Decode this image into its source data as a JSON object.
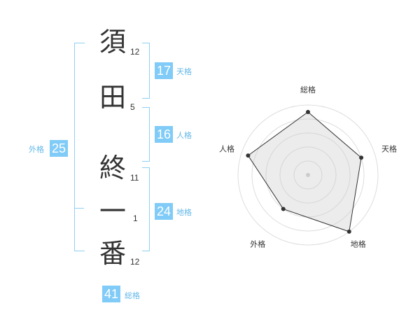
{
  "name": {
    "chars": [
      {
        "char": "須",
        "strokes": "12"
      },
      {
        "char": "田",
        "strokes": "5"
      },
      {
        "char": "終",
        "strokes": "11"
      },
      {
        "char": "一",
        "strokes": "1"
      },
      {
        "char": "番",
        "strokes": "12"
      }
    ]
  },
  "kakusu": {
    "tenkaku": {
      "value": "17",
      "label": "天格"
    },
    "jinkaku": {
      "value": "16",
      "label": "人格"
    },
    "chikaku": {
      "value": "24",
      "label": "地格"
    },
    "gaikaku": {
      "value": "25",
      "label": "外格"
    },
    "soukaku": {
      "value": "41",
      "label": "総格"
    }
  },
  "chart_data": {
    "type": "radar",
    "axes": [
      "総格",
      "天格",
      "地格",
      "外格",
      "人格"
    ],
    "values": [
      4.5,
      4,
      5,
      3,
      4.5
    ],
    "max": 5,
    "rings": 5
  },
  "colors": {
    "accent": "#80cbf7",
    "bracket": "#8fd0f5",
    "label": "#63b8ea",
    "text": "#333333"
  }
}
